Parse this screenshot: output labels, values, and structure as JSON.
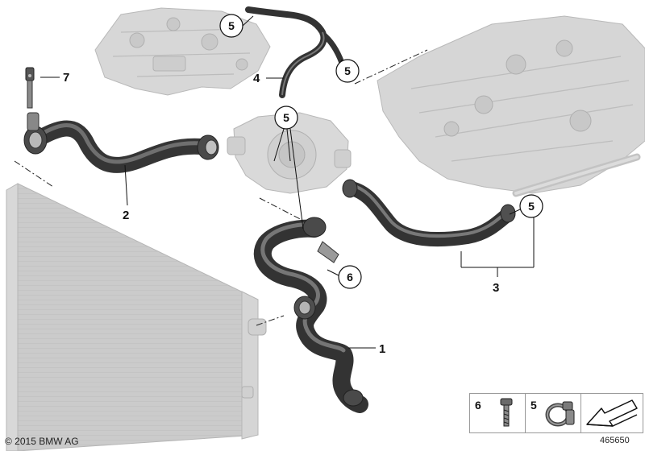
{
  "parts": {
    "p1": "1",
    "p2": "2",
    "p3": "3",
    "p4": "4",
    "p5": "5",
    "p6": "6",
    "p7": "7"
  },
  "legend": {
    "item6": "6",
    "item5": "5"
  },
  "footer": {
    "copyright": "© 2015 BMW AG",
    "figure_id": "465650"
  },
  "colors": {
    "hose": "#3d3d3d",
    "hose_highlight": "#7a7a7a",
    "ghost_part": "#d4d4d4",
    "ghost_edge": "#b5b5b5",
    "radiator": "#c8c8c8"
  }
}
